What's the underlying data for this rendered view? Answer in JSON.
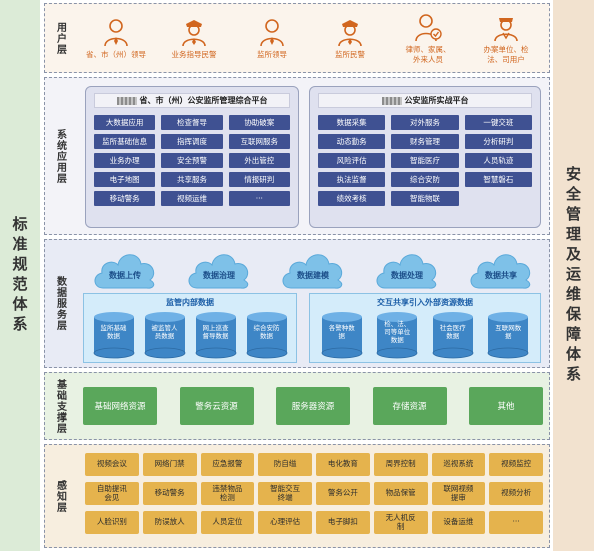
{
  "left_title": "标准规范体系",
  "right_title": "安全管理及运维保障体系",
  "layers": {
    "user": {
      "label": "用户层",
      "users": [
        {
          "label": "省、市（州）领导",
          "icon": "official-icon"
        },
        {
          "label": "业务指导民警",
          "icon": "police-icon"
        },
        {
          "label": "监所领导",
          "icon": "official-icon"
        },
        {
          "label": "监所民警",
          "icon": "police-icon"
        },
        {
          "label": "律师、家属、\n外来人员",
          "icon": "visitor-icon"
        },
        {
          "label": "办案单位、检\n法、司用户",
          "icon": "officer-icon"
        }
      ]
    },
    "system": {
      "label": "系统应用层",
      "left_platform": {
        "title": "省、市（州）公安监所管理综合平台",
        "modules": [
          "大数据应用",
          "检查督导",
          "协助破案",
          "监所基础信息",
          "指挥调度",
          "互联网服务",
          "业务办理",
          "安全预警",
          "外出管控",
          "电子地图",
          "共享服务",
          "情报研判",
          "移动警务",
          "视频运维",
          "···"
        ]
      },
      "right_platform": {
        "title": "公安监所实战平台",
        "modules": [
          "数据采集",
          "对外服务",
          "一键交班",
          "动态勤务",
          "财务管理",
          "分析研判",
          "风险评估",
          "智能医疗",
          "人员轨迹",
          "执法监督",
          "综合安防",
          "智慧磐石",
          "绩效考核",
          "智能物联"
        ]
      }
    },
    "data": {
      "label": "数据服务层",
      "clouds": [
        "数据上传",
        "数据治理",
        "数据建模",
        "数据处理",
        "数据共享"
      ],
      "internal": {
        "title": "监管内部数据",
        "items": [
          "监所基础\n数据",
          "被监管人\n员数据",
          "网上巡查\n督导数据",
          "综合安防\n数据"
        ]
      },
      "external": {
        "title": "交互共享引入外部资源数据",
        "items": [
          "各警种数\n据",
          "检、法、\n司等单位\n数据",
          "社会医疗\n数据",
          "互联网数\n据"
        ]
      }
    },
    "infra": {
      "label": "基础支撑层",
      "items": [
        "基础网络资源",
        "警务云资源",
        "服务器资源",
        "存储资源",
        "其他"
      ]
    },
    "sense": {
      "label": "感知层",
      "items": [
        "视频会议",
        "网络门禁",
        "应急报警",
        "防自缢",
        "电化教育",
        "周界控制",
        "巡视系统",
        "视频监控",
        "自助提讯\n会见",
        "移动警务",
        "违禁物品\n检测",
        "智能交互\n终端",
        "警务公开",
        "物品保管",
        "联网视频\n提审",
        "视频分析",
        "人脸识别",
        "防误放人",
        "人员定位",
        "心理评估",
        "电子脚扣",
        "无人机反\n制",
        "设备运维",
        "···"
      ]
    }
  },
  "colors": {
    "module": "#3f5192",
    "infra": "#5aa75b",
    "sense": "#e5b34d",
    "user_icon": "#d1661f",
    "cloud": "#7ec1e8",
    "cylinder": "#3e86c6"
  }
}
